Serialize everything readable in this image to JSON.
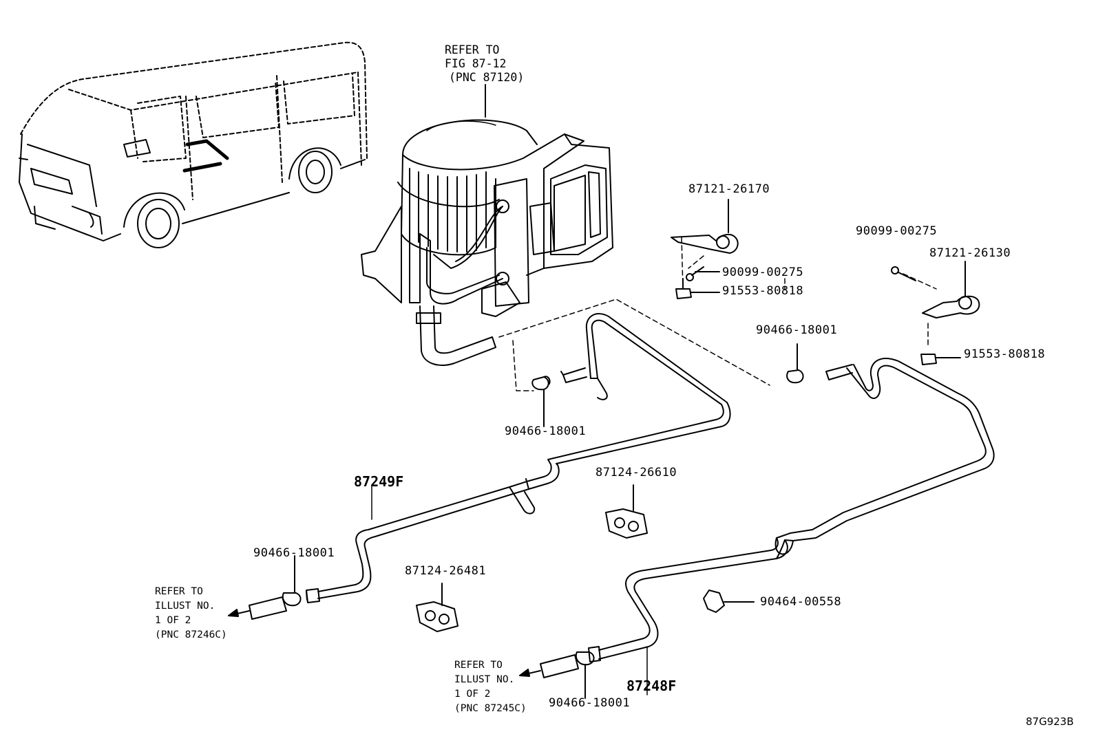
{
  "refs": {
    "top": [
      "REFER TO",
      "FIG 87-12",
      "(PNC 87120)"
    ],
    "left": [
      "REFER TO",
      "ILLUST NO.",
      "1 OF 2",
      "(PNC 87246C)"
    ],
    "bottom": [
      "REFER TO",
      "ILLUST NO.",
      "1 OF 2",
      "(PNC 87245C)"
    ]
  },
  "parts": {
    "bracket_clamp_upper": "87121-26170",
    "screw_upper": "90099-00275",
    "bolt_upper": "91553-80818",
    "screw_right": "90099-00275",
    "bracket_clamp_right": "87121-26130",
    "bolt_right": "91553-80818",
    "clip_right_upper": "90466-18001",
    "clip_center": "90466-18001",
    "hose_upper": "87249F",
    "clamp_center": "87124-26610",
    "clip_left": "90466-18001",
    "clamp_left": "87124-26481",
    "clip_right_lower": "90464-00558",
    "hose_lower": "87248F",
    "clip_bottom": "90466-18001"
  },
  "figure_code": "87G923B"
}
